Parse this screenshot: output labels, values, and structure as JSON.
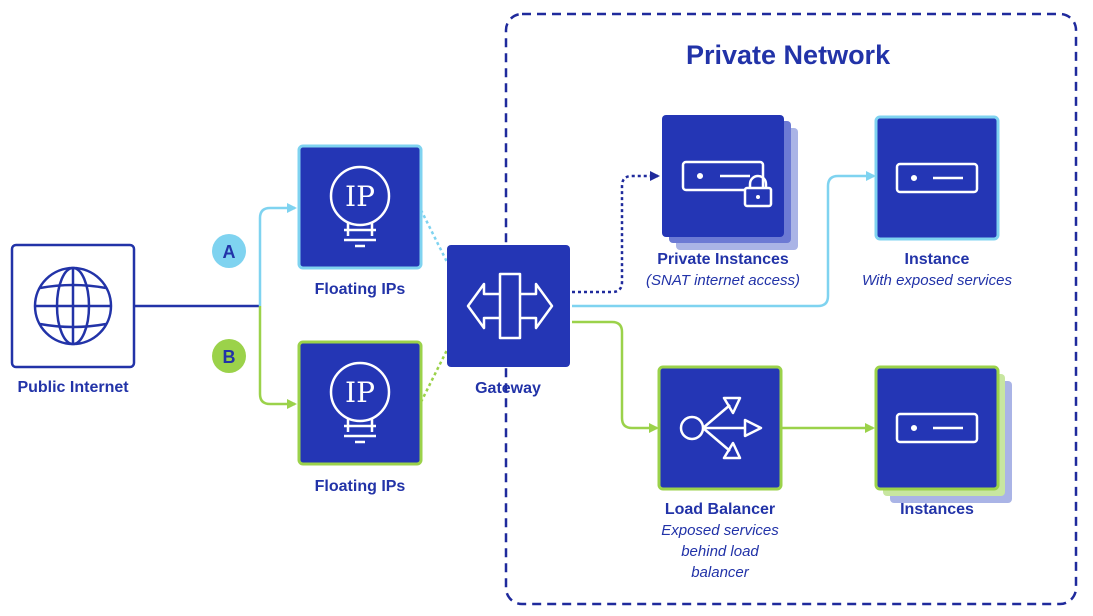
{
  "colors": {
    "navy": "#2436b5",
    "dark_navy": "#1f2a9c",
    "light_blue": "#7fd3f0",
    "green": "#9bd24a",
    "shadow_blue": "#aab4e6"
  },
  "region": {
    "title": "Private Network"
  },
  "nodes": {
    "public_internet": {
      "label": "Public Internet",
      "icon": "globe-icon"
    },
    "badge_a": {
      "text": "A"
    },
    "badge_b": {
      "text": "B"
    },
    "floating_ip_top": {
      "label": "Floating IPs",
      "icon": "ip-bulb-icon",
      "icon_text": "IP"
    },
    "floating_ip_bottom": {
      "label": "Floating IPs",
      "icon": "ip-bulb-icon",
      "icon_text": "IP"
    },
    "gateway": {
      "label": "Gateway",
      "icon": "gateway-arrows-icon"
    },
    "private_instances": {
      "label": "Private Instances",
      "sublabel": "(SNAT internet access)",
      "icon": "server-lock-icon"
    },
    "instance": {
      "label": "Instance",
      "sublabel": "With exposed services",
      "icon": "server-icon"
    },
    "load_balancer": {
      "label": "Load Balancer",
      "sublabel_lines": [
        "Exposed services",
        "behind load",
        "balancer"
      ],
      "icon": "load-balancer-icon"
    },
    "instances": {
      "label": "Instances",
      "icon": "server-icon"
    }
  }
}
